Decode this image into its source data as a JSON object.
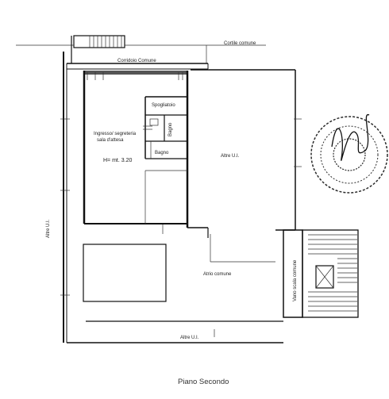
{
  "plan": {
    "title": "Piano Secondo",
    "labels": {
      "cortile": "Cortile comune",
      "corridoio": "Corridoio Comune",
      "spogliatoio": "Spogliatoio",
      "bagno_v": "Bagno",
      "bagno": "Bagno",
      "ingresso_1": "Ingresso/ segreteria",
      "ingresso_2": "sala d'attesa",
      "altezza": "H= mt. 3.20",
      "altre_right": "Altre U.I.",
      "altre_left": "Altre U.I.",
      "altre_bottom": "Altre U.I.",
      "atrio": "Atrio comune",
      "vano_scala": "Vano scala comune"
    },
    "colors": {
      "line": "#111111",
      "stamp": "#2b2b2b",
      "paper": "#ffffff"
    },
    "icons": [
      "stamp-seal-icon",
      "signature-icon",
      "elevator-icon",
      "staircase-icon"
    ]
  }
}
